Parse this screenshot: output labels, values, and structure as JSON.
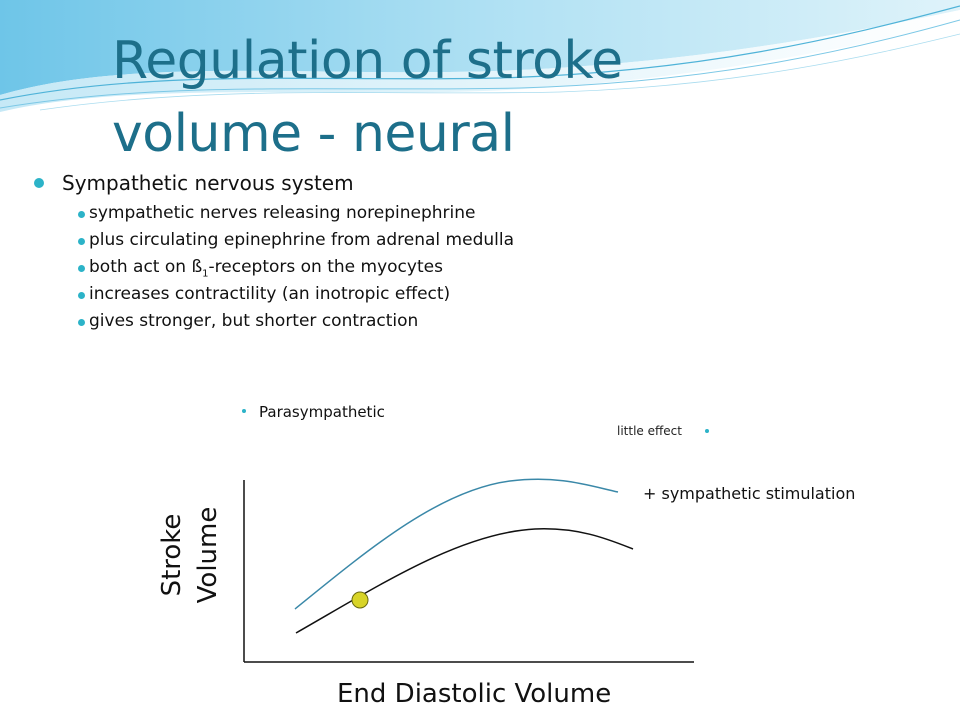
{
  "slide": {
    "title_line1": "Regulation of stroke",
    "title_line2": "volume - neural",
    "bullet_main": "Sympathetic nervous system",
    "sub_bullets": [
      {
        "pre": "sympathetic nerves releasing norepinephrine",
        "sub": "",
        "post": ""
      },
      {
        "pre": "plus circulating epinephrine from adrenal medulla",
        "sub": "",
        "post": ""
      },
      {
        "pre": "both act on  ß",
        "sub": "1",
        "post": "-receptors on the myocytes"
      },
      {
        "pre": "increases contractility (an inotropic effect)",
        "sub": "",
        "post": ""
      },
      {
        "pre": "gives stronger, but shorter contraction",
        "sub": "",
        "post": ""
      }
    ],
    "parasympathetic": "Parasympathetic",
    "little_effect": "little effect",
    "sympathetic_stimulation": "+ sympathetic stimulation"
  },
  "colors": {
    "title": "#1d6f8a",
    "bullet": "#2cb3c8",
    "curve_sympathetic": "#3a88a8",
    "curve_baseline": "#111111",
    "marker": "#d8d428"
  },
  "chart_data": {
    "type": "line",
    "xlabel": "End Diastolic Volume",
    "ylabel_line1": "Stroke",
    "ylabel_line2": "Volume",
    "tick_labels": false,
    "series": [
      {
        "name": "+ sympathetic stimulation",
        "shape": "frank-starling-curve-upper"
      },
      {
        "name": "",
        "shape": "frank-starling-curve-baseline"
      }
    ],
    "marker": {
      "shape": "circle",
      "on_series": 1
    }
  }
}
